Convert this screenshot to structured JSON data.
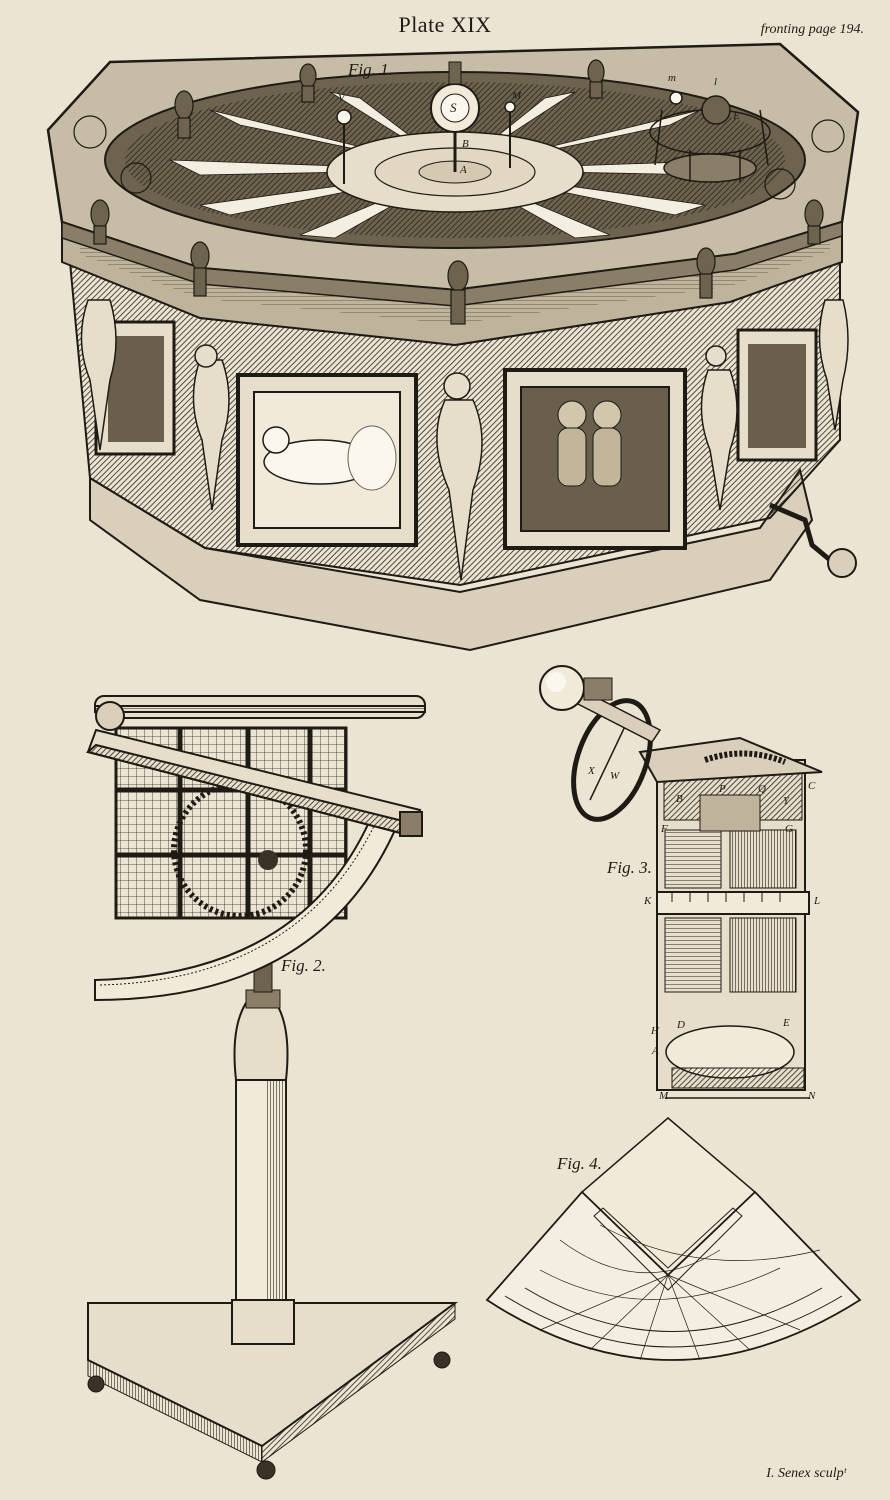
{
  "plate": {
    "title": "Plate XIX",
    "fronting": "fronting page 194.",
    "engraver": "I. Senex sculpᵗ"
  },
  "figures": [
    {
      "id": "fig1",
      "label": "Fig. 1."
    },
    {
      "id": "fig2",
      "label": "Fig. 2."
    },
    {
      "id": "fig3",
      "label": "Fig. 3."
    },
    {
      "id": "fig4",
      "label": "Fig. 4."
    }
  ],
  "fig1_letters": {
    "s": "S",
    "v": "V",
    "m": "M",
    "a": "A",
    "b": "B",
    "e": "E",
    "m2": "m",
    "l": "l"
  },
  "fig3_letters": {
    "a": "A",
    "b": "B",
    "c": "C",
    "d": "D",
    "e": "E",
    "f": "F",
    "g": "G",
    "h": "H",
    "k": "K",
    "l": "L",
    "m": "M",
    "n": "N",
    "p": "P",
    "q": "Q",
    "w": "W",
    "x": "X",
    "y": "Y"
  },
  "colors": {
    "paper": "#ece4d3",
    "ink": "#1e1a14",
    "shade": "#3a3226",
    "mid": "#8a7e68"
  }
}
